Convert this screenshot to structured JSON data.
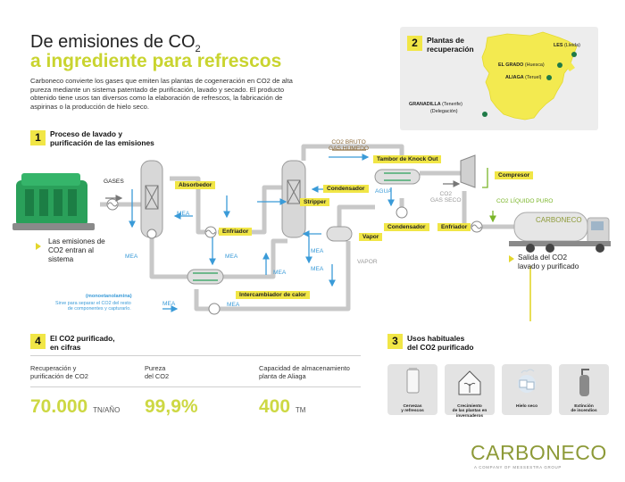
{
  "header": {
    "title_main": "De emisiones de CO",
    "title_sub": "2",
    "title_highlight": "a ingrediente para refrescos",
    "intro": "Carboneco convierte los gases que emiten las plantas de cogeneración en CO2 de alta pureza mediante un sistema patentado de purificación, lavado y secado. El producto obtenido tiene usos tan diversos como la elaboración de refrescos, la fabricación de aspirinas o la producción de hielo seco."
  },
  "map_section": {
    "number": "2",
    "title_l1": "Plantas de",
    "title_l2": "recuperación",
    "cities": [
      {
        "name": "LES",
        "region": "(Lleida)"
      },
      {
        "name": "EL GRADO",
        "region": "(Huesca)"
      },
      {
        "name": "ALIAGA",
        "region": "(Teruel)"
      },
      {
        "name": "GRANADILLA",
        "region": "(Tenerife)"
      },
      {
        "name": "",
        "region": "(Delegación)"
      }
    ]
  },
  "process": {
    "number": "1",
    "title_l1": "Proceso de lavado y",
    "title_l2": "purificación de las emisiones",
    "boxes": {
      "absorbedor": "Absorbedor",
      "enfriador1": "Enfriador",
      "stripper": "Stripper",
      "condensador1": "Condensador",
      "tambor": "Tambor de Knock Out",
      "compresor": "Compresor",
      "condensador2": "Condensador",
      "enfriador2": "Enfriador",
      "vapor": "Vapor",
      "intercambiador": "Intercambiador de calor"
    },
    "labels": {
      "gases": "GASES",
      "mea": "MEA",
      "agua": "AGUA",
      "vapor": "VAPOR",
      "co2_bruto_l1": "CO2 BRUTO",
      "co2_bruto_l2": "GAS HÚMEDO",
      "co2_gas_l1": "CO2",
      "co2_gas_l2": "GAS SECO",
      "co2_liquido": "CO2 LÍQUIDO PURO",
      "monoetanolamina": "(monoetanolamina)",
      "mono_desc_l1": "Sirve para separar el CO2 del resto",
      "mono_desc_l2": "de componentes y capturarlo.",
      "truck": "CARBONECO"
    },
    "emisiones_l1": "Las emisiones de",
    "emisiones_l2": "CO2 entran al",
    "emisiones_l3": "sistema",
    "salida_l1": "Salida del CO2",
    "salida_l2": "lavado y purificado"
  },
  "stats": {
    "number": "4",
    "title_l1": "El CO2 purificado,",
    "title_l2": "en cifras",
    "items": [
      {
        "cap_l1": "Recuperación y",
        "cap_l2": "purificación de CO2",
        "value": "70.000",
        "unit": "TN/AÑO"
      },
      {
        "cap_l1": "Pureza",
        "cap_l2": "del CO2",
        "value": "99,9%",
        "unit": ""
      },
      {
        "cap_l1": "Capacidad de almacenamiento",
        "cap_l2": "planta de Aliaga",
        "value": "400",
        "unit": "TM"
      }
    ]
  },
  "uses": {
    "number": "3",
    "title_l1": "Usos habituales",
    "title_l2": "del CO2 purificado",
    "items": [
      {
        "l1": "Cervezas",
        "l2": "y refrescos",
        "l3": ""
      },
      {
        "l1": "Crecimiento",
        "l2": "de las plantas en",
        "l3": "invernaderos"
      },
      {
        "l1": "Hielo seco",
        "l2": "",
        "l3": ""
      },
      {
        "l1": "Extinción",
        "l2": "de incendios",
        "l3": ""
      }
    ]
  },
  "brand": {
    "logo": "CARBONECO",
    "tagline": "A COMPANY OF MESSESTRA GROUP"
  },
  "colors": {
    "accent_yellow": "#f1e646",
    "title_green": "#c9d42f",
    "arrow_blue": "#3a9bd8",
    "pipe_grey": "#c8c8c8",
    "map_yellow": "#f3ea50",
    "dot_green": "#1f7a47"
  }
}
